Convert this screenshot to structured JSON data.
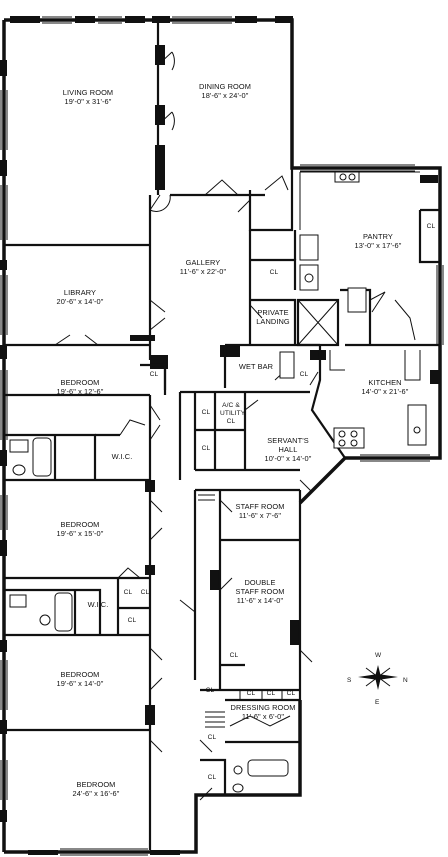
{
  "rooms": {
    "living_room": {
      "name": "LIVING ROOM",
      "dim": "19'-0\" x 31'-6\""
    },
    "dining_room": {
      "name": "DINING ROOM",
      "dim": "18'-6\" x 24'-0\""
    },
    "gallery": {
      "name": "GALLERY",
      "dim": "11'-6\" x 22'-0\""
    },
    "pantry": {
      "name": "PANTRY",
      "dim": "13'-0\" x 17'-6\""
    },
    "library": {
      "name": "LIBRARY",
      "dim": "20'-6\" x 14'-0\""
    },
    "private_landing": {
      "name": "PRIVATE",
      "name2": "LANDING"
    },
    "wet_bar": {
      "name": "WET BAR"
    },
    "kitchen": {
      "name": "KITCHEN",
      "dim": "14'-0\" x 21'-6\""
    },
    "bedroom1": {
      "name": "BEDROOM",
      "dim": "19'-6\" x 12'-6\""
    },
    "ac_utility": {
      "name": "A/C & UTILITY",
      "cl": "CL"
    },
    "servants_hall": {
      "name": "SERVANT'S",
      "name2": "HALL",
      "dim": "10'-0\" x 14'-0\""
    },
    "wic1": {
      "name": "W.I.C."
    },
    "staff_room": {
      "name": "STAFF ROOM",
      "dim": "11'-6\" x 7'-6\""
    },
    "bedroom2": {
      "name": "BEDROOM",
      "dim": "19'-6\" x 15'-0\""
    },
    "double_staff_room": {
      "name": "DOUBLE",
      "name2": "STAFF ROOM",
      "dim": "11'-6\" x 14'-0\""
    },
    "wic2": {
      "name": "W.I.C."
    },
    "bedroom3": {
      "name": "BEDROOM",
      "dim": "19'-6\" x 14'-0\""
    },
    "dressing_room": {
      "name": "DRESSING ROOM",
      "dim": "11'-6\" x 6'-0\""
    },
    "bedroom4": {
      "name": "BEDROOM",
      "dim": "24'-6\" x 16'-6\""
    }
  },
  "closet_label": "CL",
  "compass": {
    "n": "N",
    "s": "S",
    "e": "E",
    "w": "W"
  }
}
